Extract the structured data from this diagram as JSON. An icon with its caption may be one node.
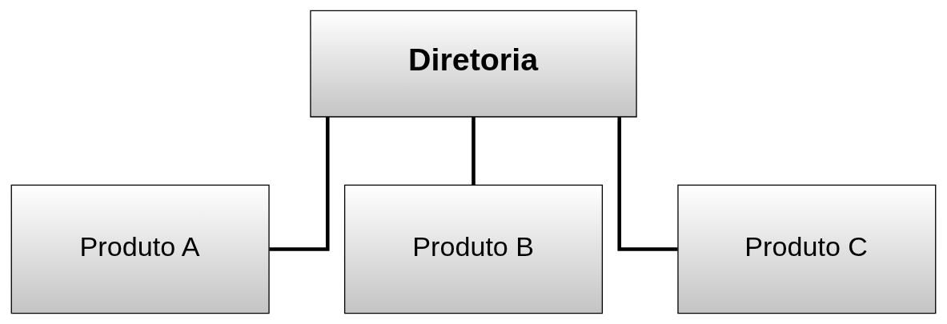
{
  "diagram": {
    "nodes": [
      {
        "text": [
          "Diretoria"
        ]
      },
      {
        "text": [
          "Produto A"
        ]
      },
      {
        "text": [
          "Produto B"
        ]
      },
      {
        "text": [
          "Produto C"
        ]
      }
    ],
    "edges": [
      {
        "from": 0,
        "to": 1,
        "arrow": "none"
      },
      {
        "from": 0,
        "to": 2,
        "arrow": "none"
      },
      {
        "from": 0,
        "to": 3,
        "arrow": "none"
      }
    ]
  }
}
